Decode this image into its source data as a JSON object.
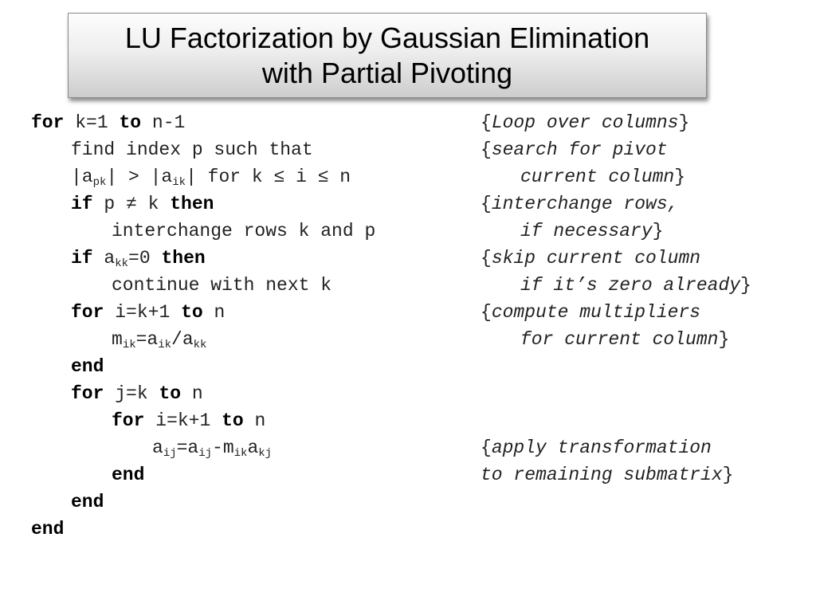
{
  "title": {
    "line1": "LU Factorization by Gaussian Elimination",
    "line2": "with Partial Pivoting"
  },
  "code": {
    "for": "for",
    "to": "to",
    "if": "if",
    "then": "then",
    "end": "end",
    "k_eq_1": "k=1",
    "n_minus_1": "n-1",
    "find_index": "find index p such that",
    "bar_a": "|a",
    "sub_pk": "pk",
    "gt_bar_a": "| > |a",
    "sub_ik": "ik",
    "bar_range": "| for k ≤ i ≤ n",
    "p_neq_k": "p ≠ k",
    "interchange": "interchange rows k and p",
    "a": "a",
    "sub_kk": "kk",
    "eq_zero": "=0",
    "continue": "continue with next k",
    "i_eq_k1": "i=k+1",
    "n": "n",
    "m": "m",
    "eq_a": "=a",
    "slash_a": "/a",
    "j_eq_k": "j=k",
    "sub_ij": "ij",
    "minus_m": "-m",
    "sub_kj": "kj"
  },
  "comments": {
    "c1": "Loop over columns",
    "c2a": "search for pivot",
    "c2b": "current column",
    "c3a": "interchange rows,",
    "c3b": "if necessary",
    "c4a": "skip current column",
    "c4b": "if it’s zero already",
    "c5a": "compute multipliers",
    "c5b": "for current column",
    "c6a": "apply transformation",
    "c6b": "to remaining submatrix",
    "open": "{",
    "close": "}"
  }
}
